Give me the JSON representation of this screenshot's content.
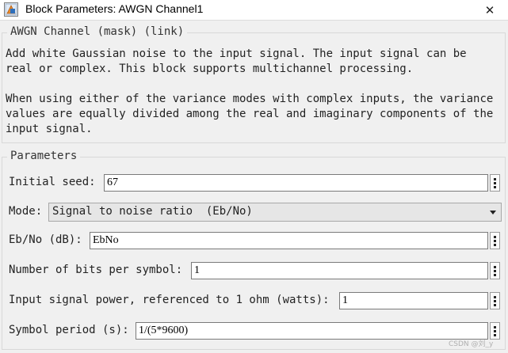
{
  "window": {
    "title": "Block Parameters: AWGN Channel1",
    "close_glyph": "✕"
  },
  "description": {
    "group_title": "AWGN Channel (mask) (link)",
    "text": "Add white Gaussian noise to the input signal. The input signal can be\nreal or complex. This block supports multichannel processing.\n\nWhen using either of the variance modes with complex inputs, the variance\nvalues are equally divided among the real and imaginary components of the\ninput signal."
  },
  "parameters": {
    "group_title": "Parameters",
    "initial_seed": {
      "label": "Initial seed:",
      "value": "67"
    },
    "mode": {
      "label": "Mode:",
      "value": "Signal to noise ratio  (Eb/No)"
    },
    "ebno": {
      "label": "Eb/No (dB):",
      "value": "EbNo"
    },
    "bits_per_symbol": {
      "label": "Number of bits per symbol:",
      "value": "1"
    },
    "input_power": {
      "label": "Input signal power, referenced to 1 ohm (watts):",
      "value": "1"
    },
    "symbol_period": {
      "label": "Symbol period (s):",
      "value": "1/(5*9600)"
    }
  },
  "watermark": "CSDN @刘_y"
}
